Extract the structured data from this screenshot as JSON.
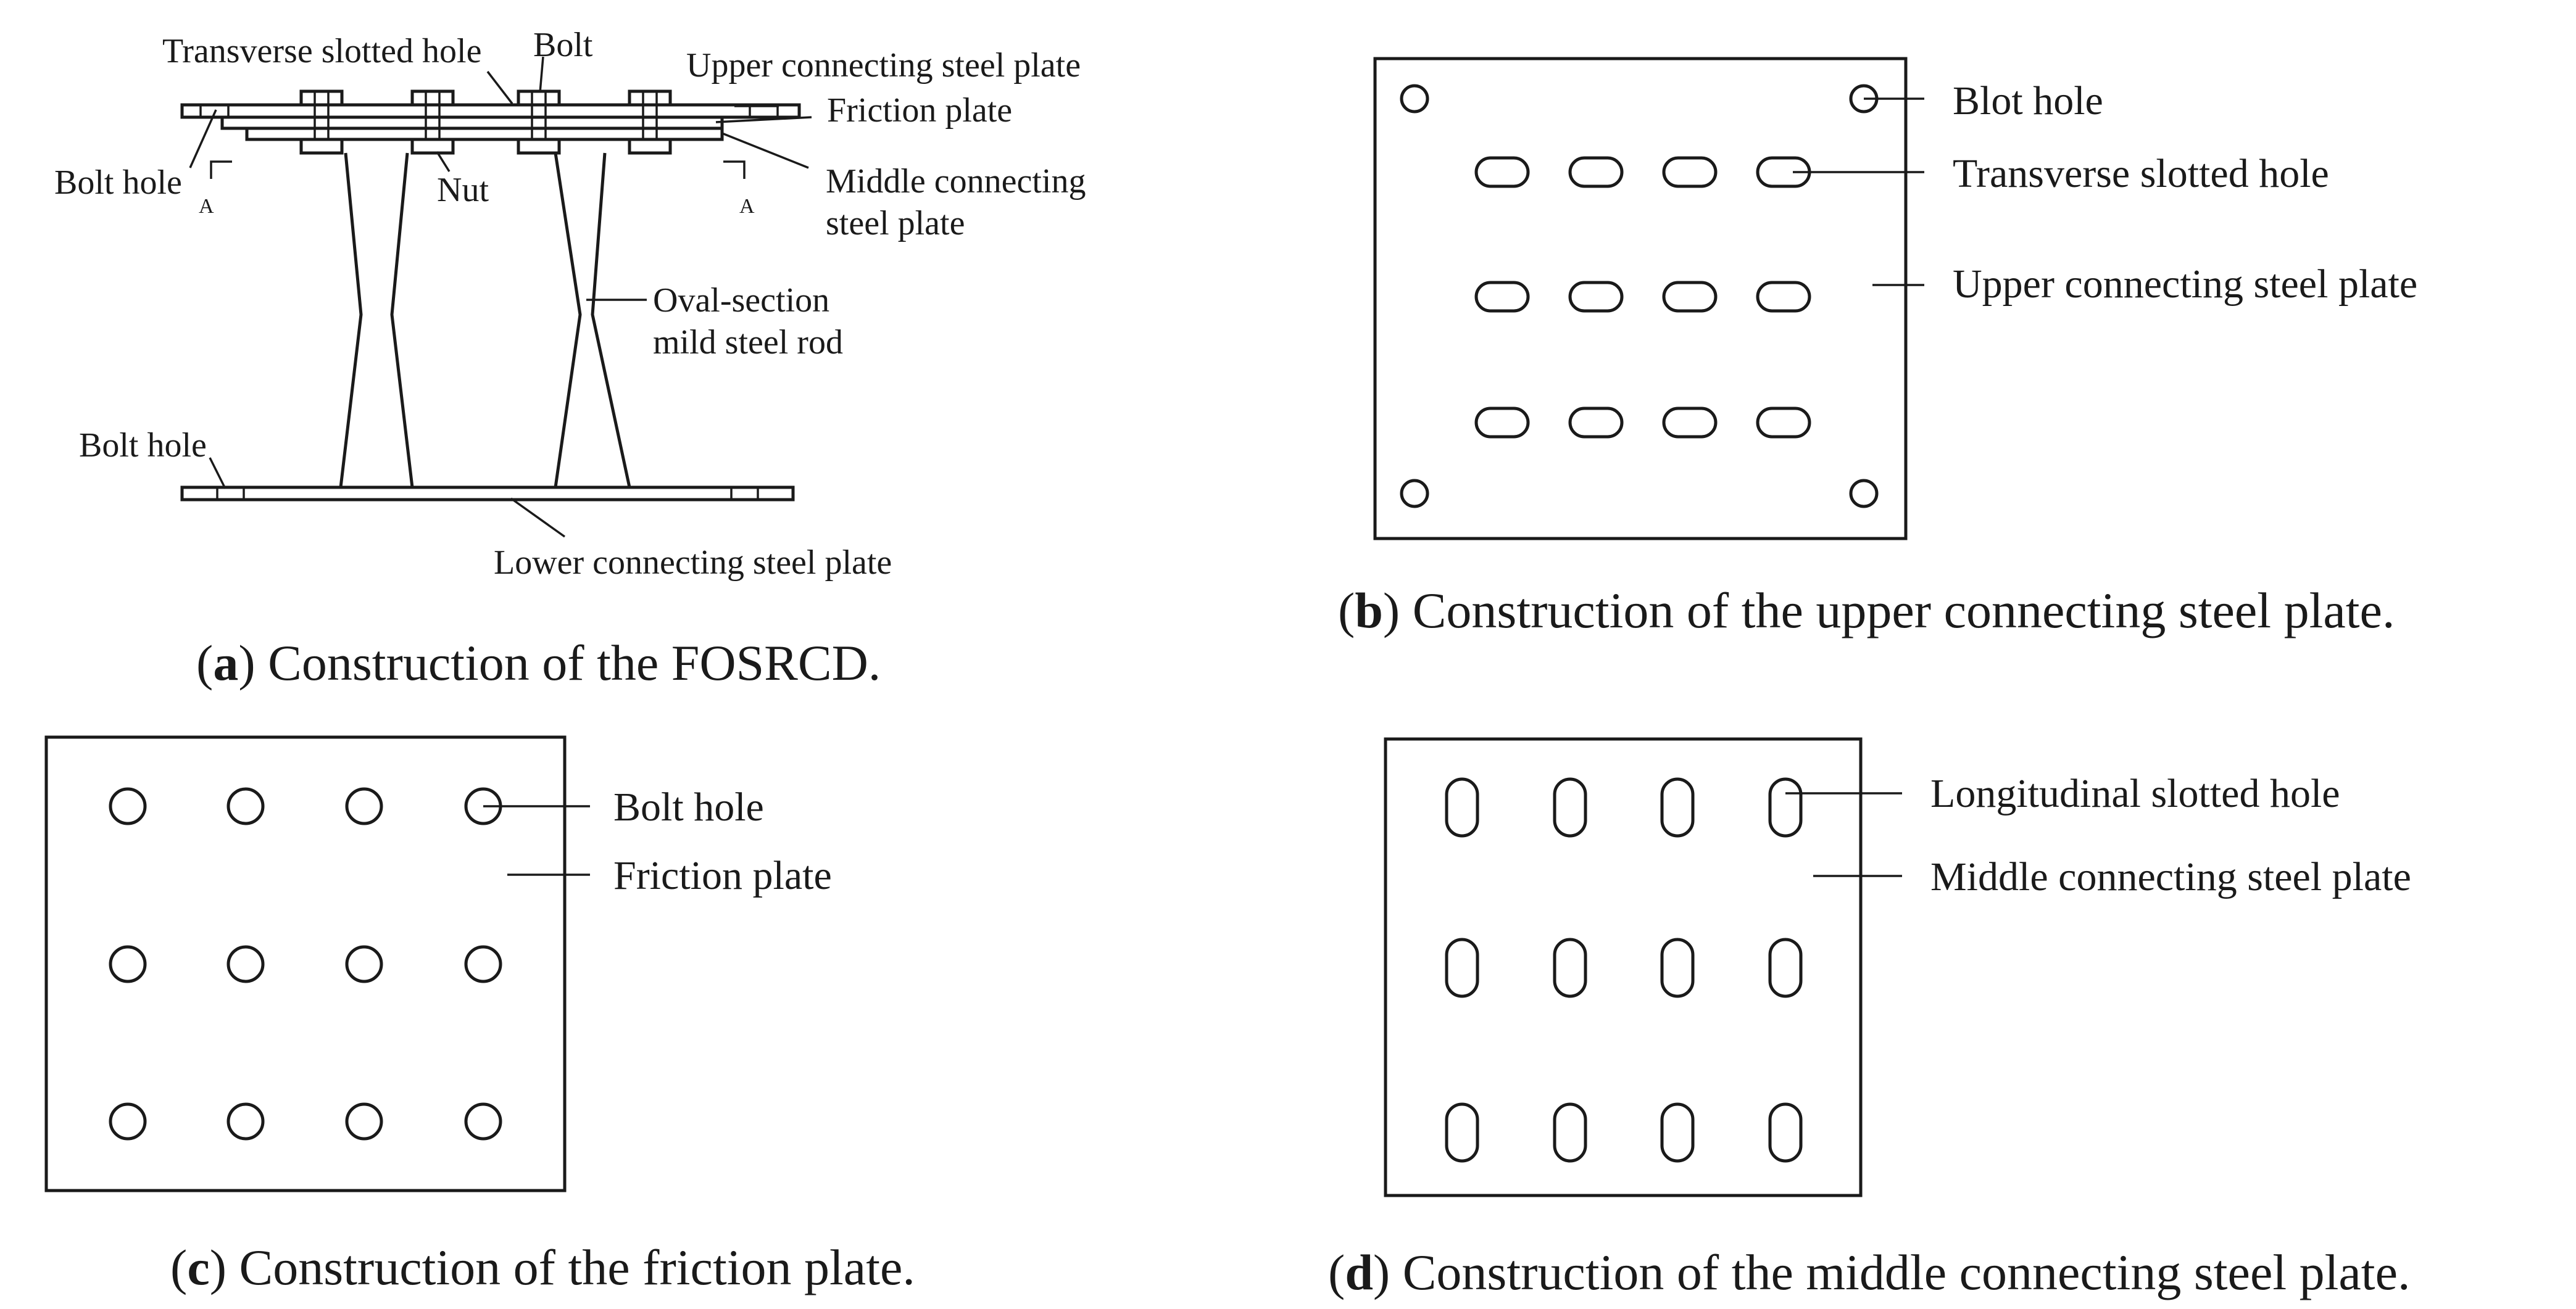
{
  "panel_a": {
    "labels": {
      "transverse_slotted_hole": "Transverse slotted hole",
      "bolt": "Bolt",
      "upper_plate": "Upper connecting steel plate",
      "friction_plate": "Friction plate",
      "bolt_hole_top": "Bolt hole",
      "nut": "Nut",
      "middle_plate_1": "Middle connecting",
      "middle_plate_2": "steel plate",
      "oval_rod_1": "Oval-section",
      "oval_rod_2": "mild  steel rod",
      "bolt_hole_bottom": "Bolt hole",
      "lower_plate": "Lower connecting steel plate",
      "section_mark_left": "A",
      "section_mark_right": "A"
    },
    "caption": {
      "letter": "a",
      "text": ") Construction of the FOSRCD."
    }
  },
  "panel_b": {
    "labels": {
      "bolt_hole": "Blot hole",
      "transverse_slotted_hole": "Transverse slotted hole",
      "upper_plate": "Upper connecting steel plate"
    },
    "caption": {
      "letter": "b",
      "text": ") Construction of the upper connecting steel plate."
    }
  },
  "panel_c": {
    "labels": {
      "bolt_hole": "Bolt hole",
      "friction_plate": "Friction plate"
    },
    "caption": {
      "letter": "c",
      "text": ") Construction of the friction plate."
    }
  },
  "panel_d": {
    "labels": {
      "longitudinal_slotted_hole": "Longitudinal slotted hole",
      "middle_plate": "Middle connecting steel plate"
    },
    "caption": {
      "letter": "d",
      "text": ") Construction of the middle connecting steel plate."
    }
  },
  "caption_open_paren": "("
}
